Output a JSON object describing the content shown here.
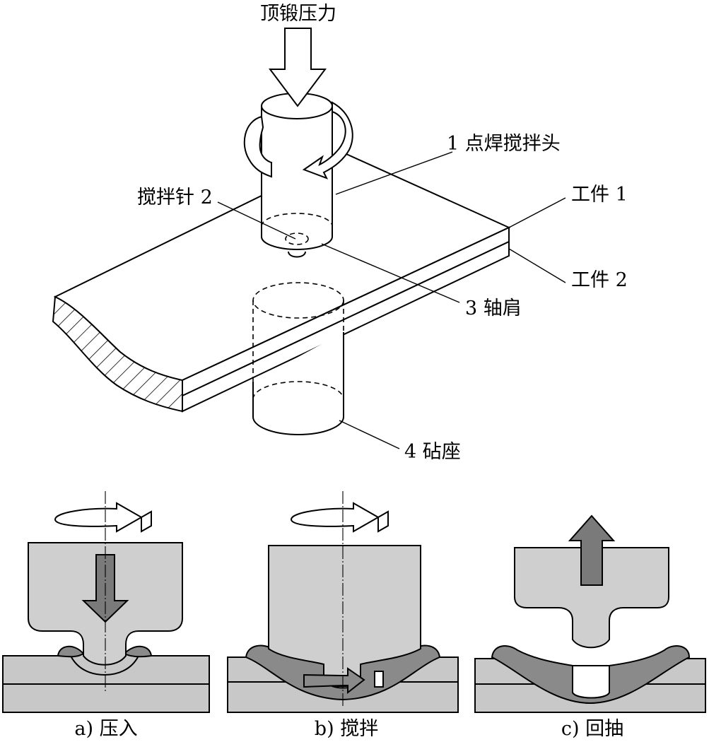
{
  "labels": {
    "upset_force": "顶锻压力",
    "spot_weld_tool": "1 点焊搅拌头",
    "stir_pin": "搅拌针 2",
    "workpiece_1": "工件 1",
    "workpiece_2": "工件 2",
    "shoulder": "3 轴肩",
    "anvil": "4 砧座"
  },
  "captions": {
    "a": "a) 压入",
    "b": "b) 搅拌",
    "c": "c) 回抽"
  },
  "colors": {
    "line": "#000000",
    "tool_light": "#cfcfcf",
    "plate": "#c8c8c8",
    "tool_dark": "#8a8a8a",
    "arrow_fill": "#7a7a7a",
    "background": "#ffffff"
  }
}
